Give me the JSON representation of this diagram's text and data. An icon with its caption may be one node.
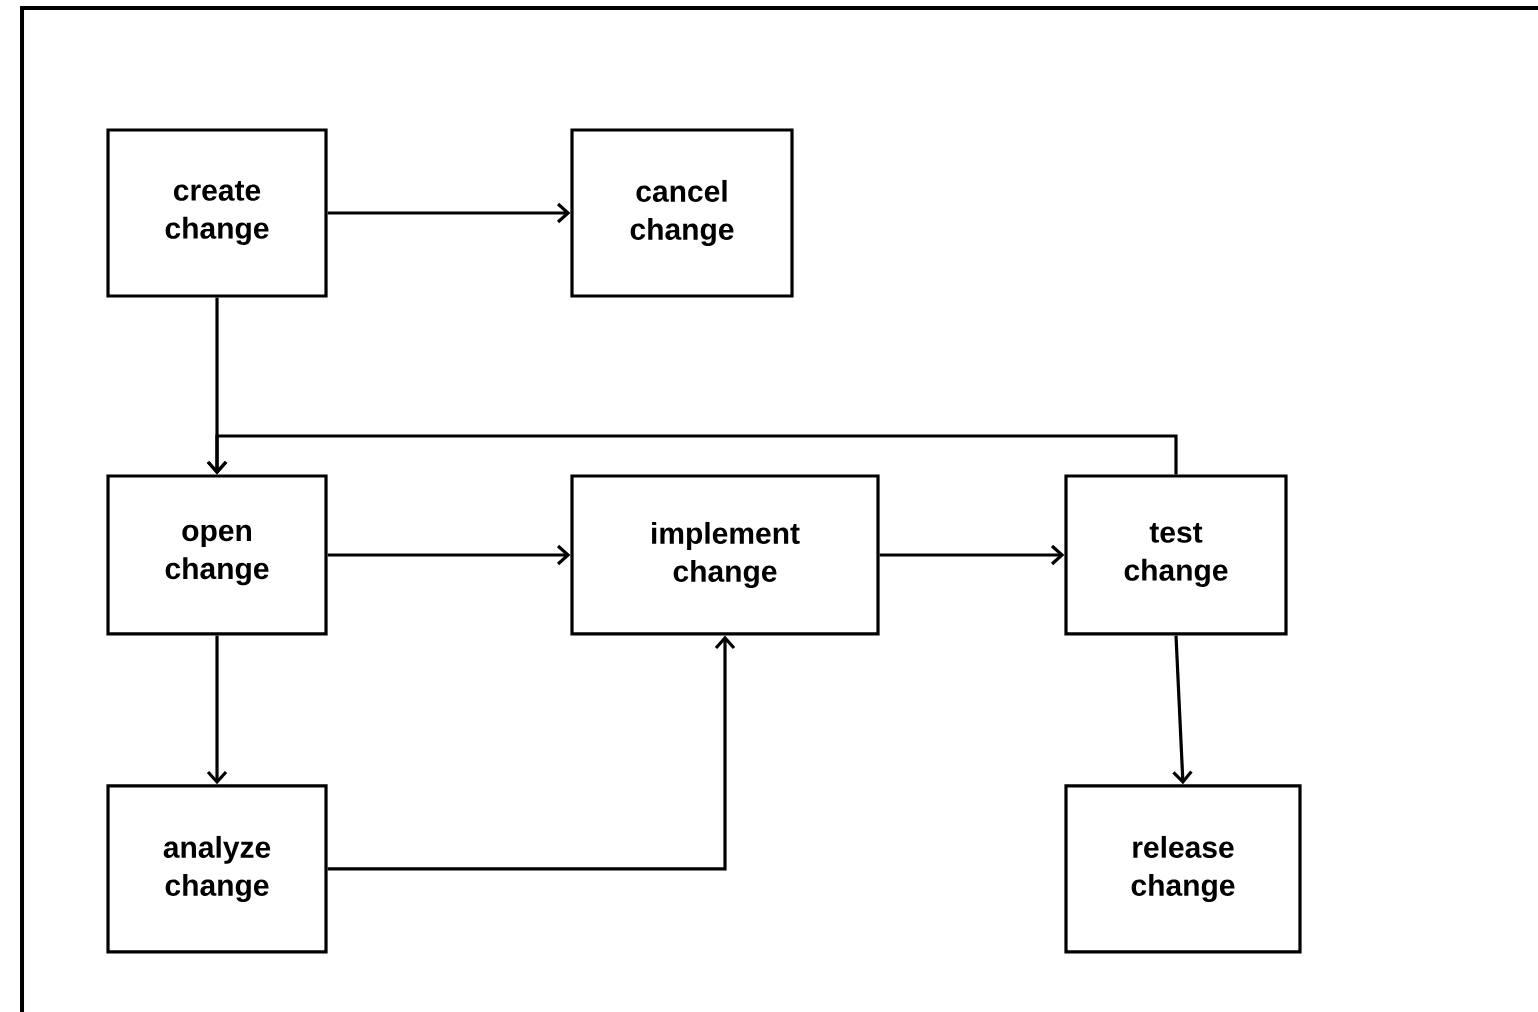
{
  "diagram": {
    "nodes": [
      {
        "text": [
          "create change"
        ]
      },
      {
        "text": [
          "cancel change"
        ]
      },
      {
        "text": [
          "open change"
        ]
      },
      {
        "text": [
          "implement change"
        ]
      },
      {
        "text": [
          "test change"
        ]
      },
      {
        "text": [
          "analyze change"
        ]
      },
      {
        "text": [
          "release change"
        ]
      }
    ],
    "edges": [
      {
        "from": 0,
        "to": 1,
        "arrow": "to"
      },
      {
        "from": 0,
        "to": 2,
        "arrow": "to"
      },
      {
        "from": 4,
        "to": 2,
        "arrow": "to"
      },
      {
        "from": 2,
        "to": 3,
        "arrow": "to"
      },
      {
        "from": 3,
        "to": 4,
        "arrow": "to"
      },
      {
        "from": 2,
        "to": 5,
        "arrow": "to"
      },
      {
        "from": 5,
        "to": 3,
        "arrow": "to"
      },
      {
        "from": 4,
        "to": 6,
        "arrow": "to"
      }
    ]
  }
}
